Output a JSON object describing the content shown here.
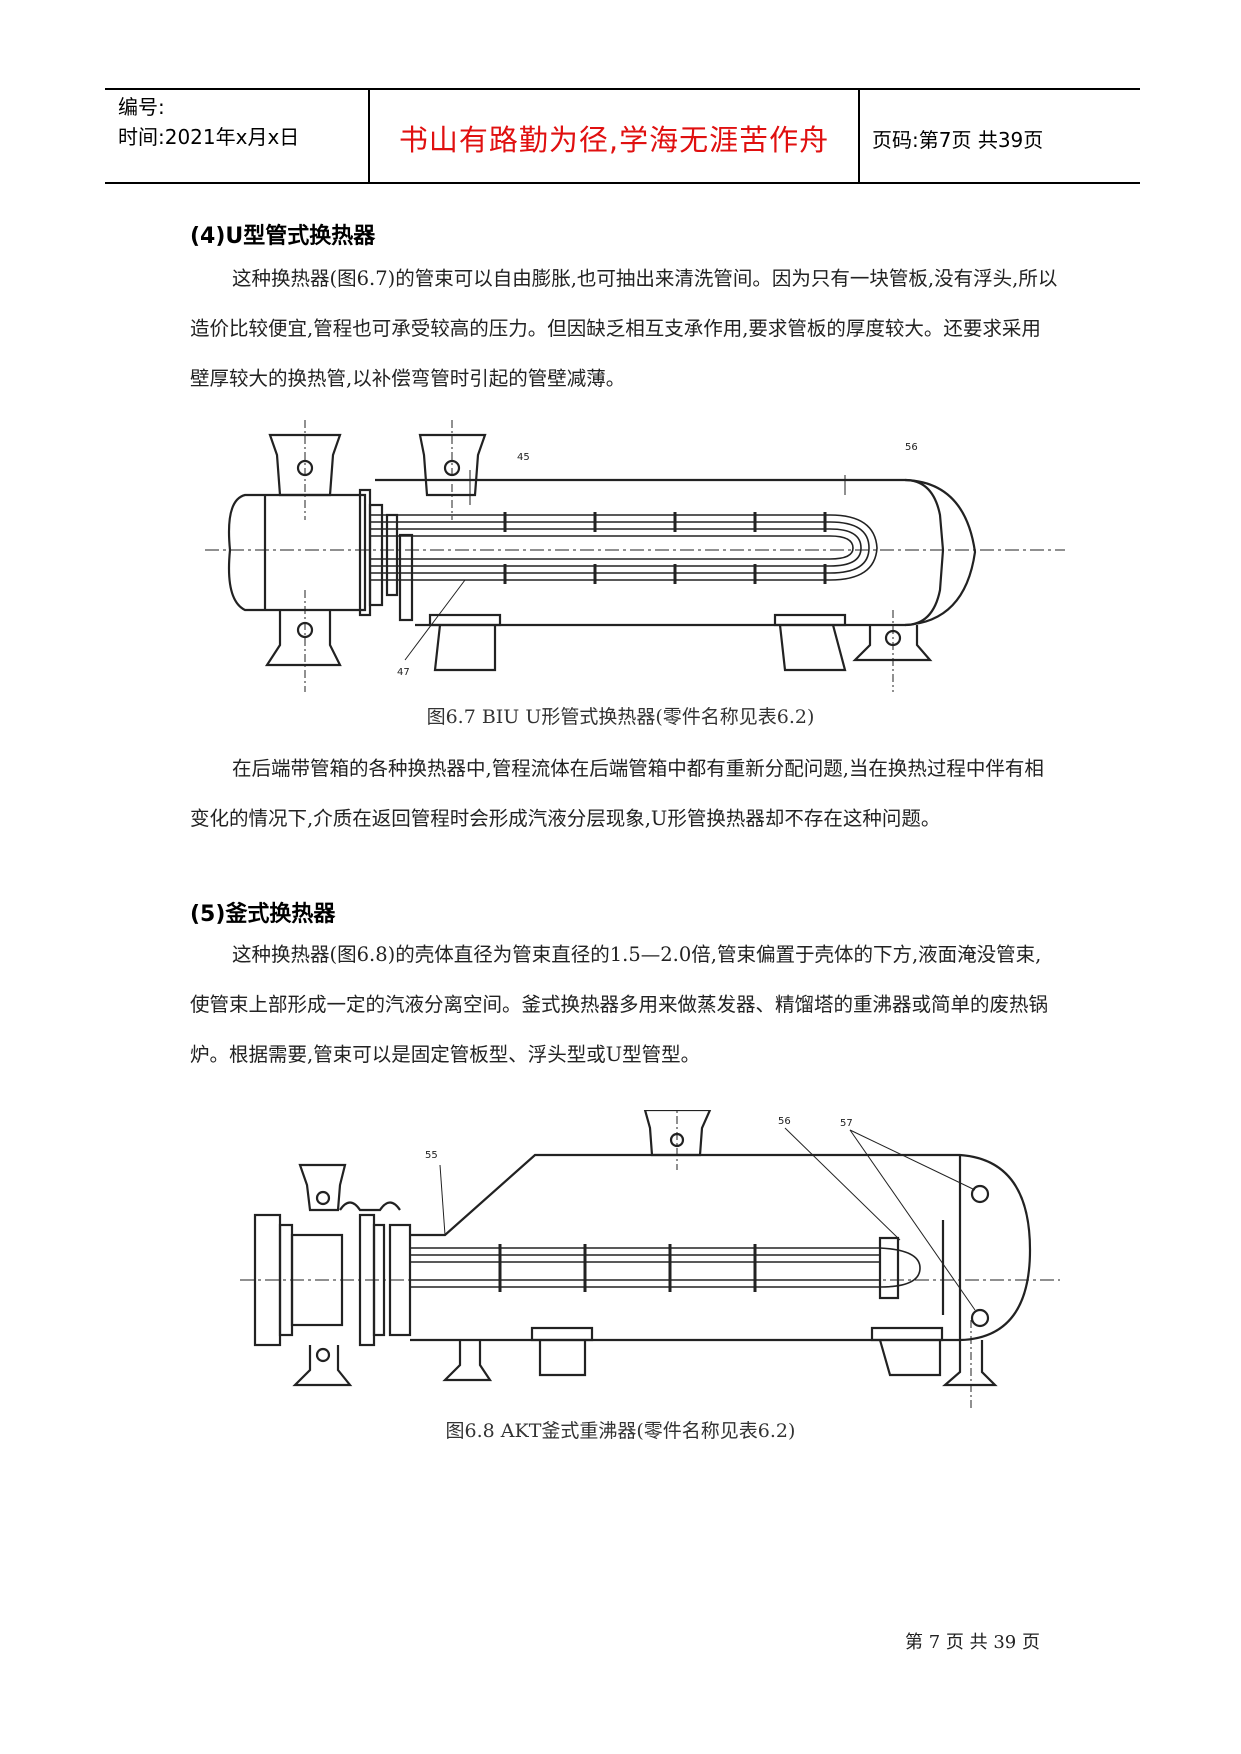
{
  "header": {
    "number_label": "编号:",
    "time_label": "时间:2021年x月x日",
    "motto": "书山有路勤为径,学海无涯苦作舟",
    "page_info": "页码:第7页 共39页"
  },
  "section4": {
    "heading": "(4)U型管式换热器",
    "para1": "这种换热器(图6.7)的管束可以自由膨胀,也可抽出来清洗管间。因为只有一块管板,没有浮头,所以造价比较便宜,管程也可承受较高的压力。但因缺乏相互支承作用,要求管板的厚度较大。还要求采用壁厚较大的换热管,以补偿弯管时引起的管壁减薄。",
    "figure": {
      "labels": [
        "45",
        "56",
        "47"
      ],
      "caption": "图6.7 BIU U形管式换热器(零件名称见表6.2)"
    },
    "para2": "在后端带管箱的各种换热器中,管程流体在后端管箱中都有重新分配问题,当在换热过程中伴有相变化的情况下,介质在返回管程时会形成汽液分层现象,U形管换热器却不存在这种问题。"
  },
  "section5": {
    "heading": "(5)釜式换热器",
    "para1": "这种换热器(图6.8)的壳体直径为管束直径的1.5—2.0倍,管束偏置于壳体的下方,液面淹没管束,使管束上部形成一定的汽液分离空间。釜式换热器多用来做蒸发器、精馏塔的重沸器或简单的废热锅炉。根据需要,管束可以是固定管板型、浮头型或U型管型。",
    "figure": {
      "labels": [
        "55",
        "56",
        "57"
      ],
      "caption": "图6.8 AKT釜式重沸器(零件名称见表6.2)"
    }
  },
  "footer": {
    "page_text": "第 7 页 共 39 页"
  }
}
